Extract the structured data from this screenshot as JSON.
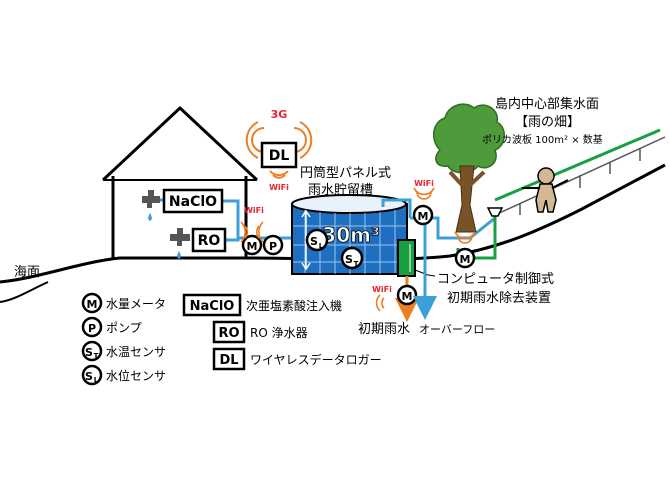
{
  "labels": {
    "sea": "海面",
    "tank_title_line1": "円筒型パネル式",
    "tank_title_line2": "雨水貯留槽",
    "tank_capacity": "30m³",
    "collection_line1": "島内中心部集水面",
    "collection_line2": "【雨の畑】",
    "collection_line3": "ポリカ波板 100m² × 数基",
    "controller_line1": "コンピュータ制御式",
    "controller_line2": "初期雨水除去装置",
    "first_flush": "初期雨水",
    "overflow": "オーバーフロー"
  },
  "badges": {
    "m": "M",
    "p": "P",
    "st_main": "S",
    "st_sub": "T",
    "sl_main": "S",
    "sl_sub": "L",
    "nacio": "NaClO",
    "ro": "RO",
    "dl": "DL",
    "net_3g": "3G",
    "wifi": "WiFi"
  },
  "legend": [
    {
      "badge": "M",
      "sub": "",
      "shape": "circle",
      "text": "水量メータ"
    },
    {
      "badge": "P",
      "sub": "",
      "shape": "circle",
      "text": "ポンプ"
    },
    {
      "badge": "S",
      "sub": "T",
      "shape": "circle",
      "text": "水温センサ"
    },
    {
      "badge": "S",
      "sub": "L",
      "shape": "circle",
      "text": "水位センサ"
    },
    {
      "badge": "NaClO",
      "sub": "",
      "shape": "box",
      "text": "次亜塩素酸注入機"
    },
    {
      "badge": "RO",
      "sub": "",
      "shape": "box",
      "text": "RO 浄水器"
    },
    {
      "badge": "DL",
      "sub": "",
      "shape": "box",
      "text": "ワイヤレスデータロガー"
    }
  ],
  "colors": {
    "pipe_blue": "#3aa0d8",
    "pipe_green": "#18a040",
    "tank_blue": "#1e6fc0",
    "tree_green": "#4f9a3a",
    "wifi_orange": "#ef7d22",
    "net_red": "#e8252a"
  }
}
